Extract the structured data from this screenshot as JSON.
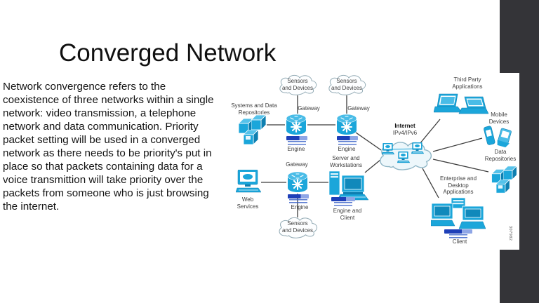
{
  "slide": {
    "title": "Converged Network",
    "body": "Network convergence refers to the\ncoexistence of three networks within a single\nnetwork: video transmission, a telephone\nnetwork and data communication. Priority\npacket setting will be used in a converged\nnetwork as there needs to be priority's put in\nplace so that packets containing data for a\nvoice transmittion will take priority over the\npackets from someone who is just browsing\nthe internet."
  },
  "diagram": {
    "labels": {
      "sensors_devices": "Sensors\nand Devices",
      "systems_data_repositories": "Systems and Data\nRepositories",
      "gateway": "Gateway",
      "engine": "Engine",
      "internet": "Internet",
      "internet_sub": "IPv4/IPv6",
      "third_party_applications": "Third Party\nApplications",
      "mobile_devices": "Mobile\nDevices",
      "data_repositories": "Data\nRepositories",
      "server_workstations": "Server and\nWorkstations",
      "engine_and_client": "Engine and\nClient",
      "enterprise_desktop_applications": "Enterprise and\nDesktop\nApplications",
      "client": "Client",
      "web_services": "Web\nServices",
      "figure_number": "307982"
    },
    "colors": {
      "icon_cyan": "#1ba6da",
      "icon_light": "#55c2ea",
      "icon_dark": "#0e7fb0",
      "bar_blue": "#1e3fb8",
      "line": "#3c3c3c",
      "sidebar_gray": "#343438"
    }
  }
}
